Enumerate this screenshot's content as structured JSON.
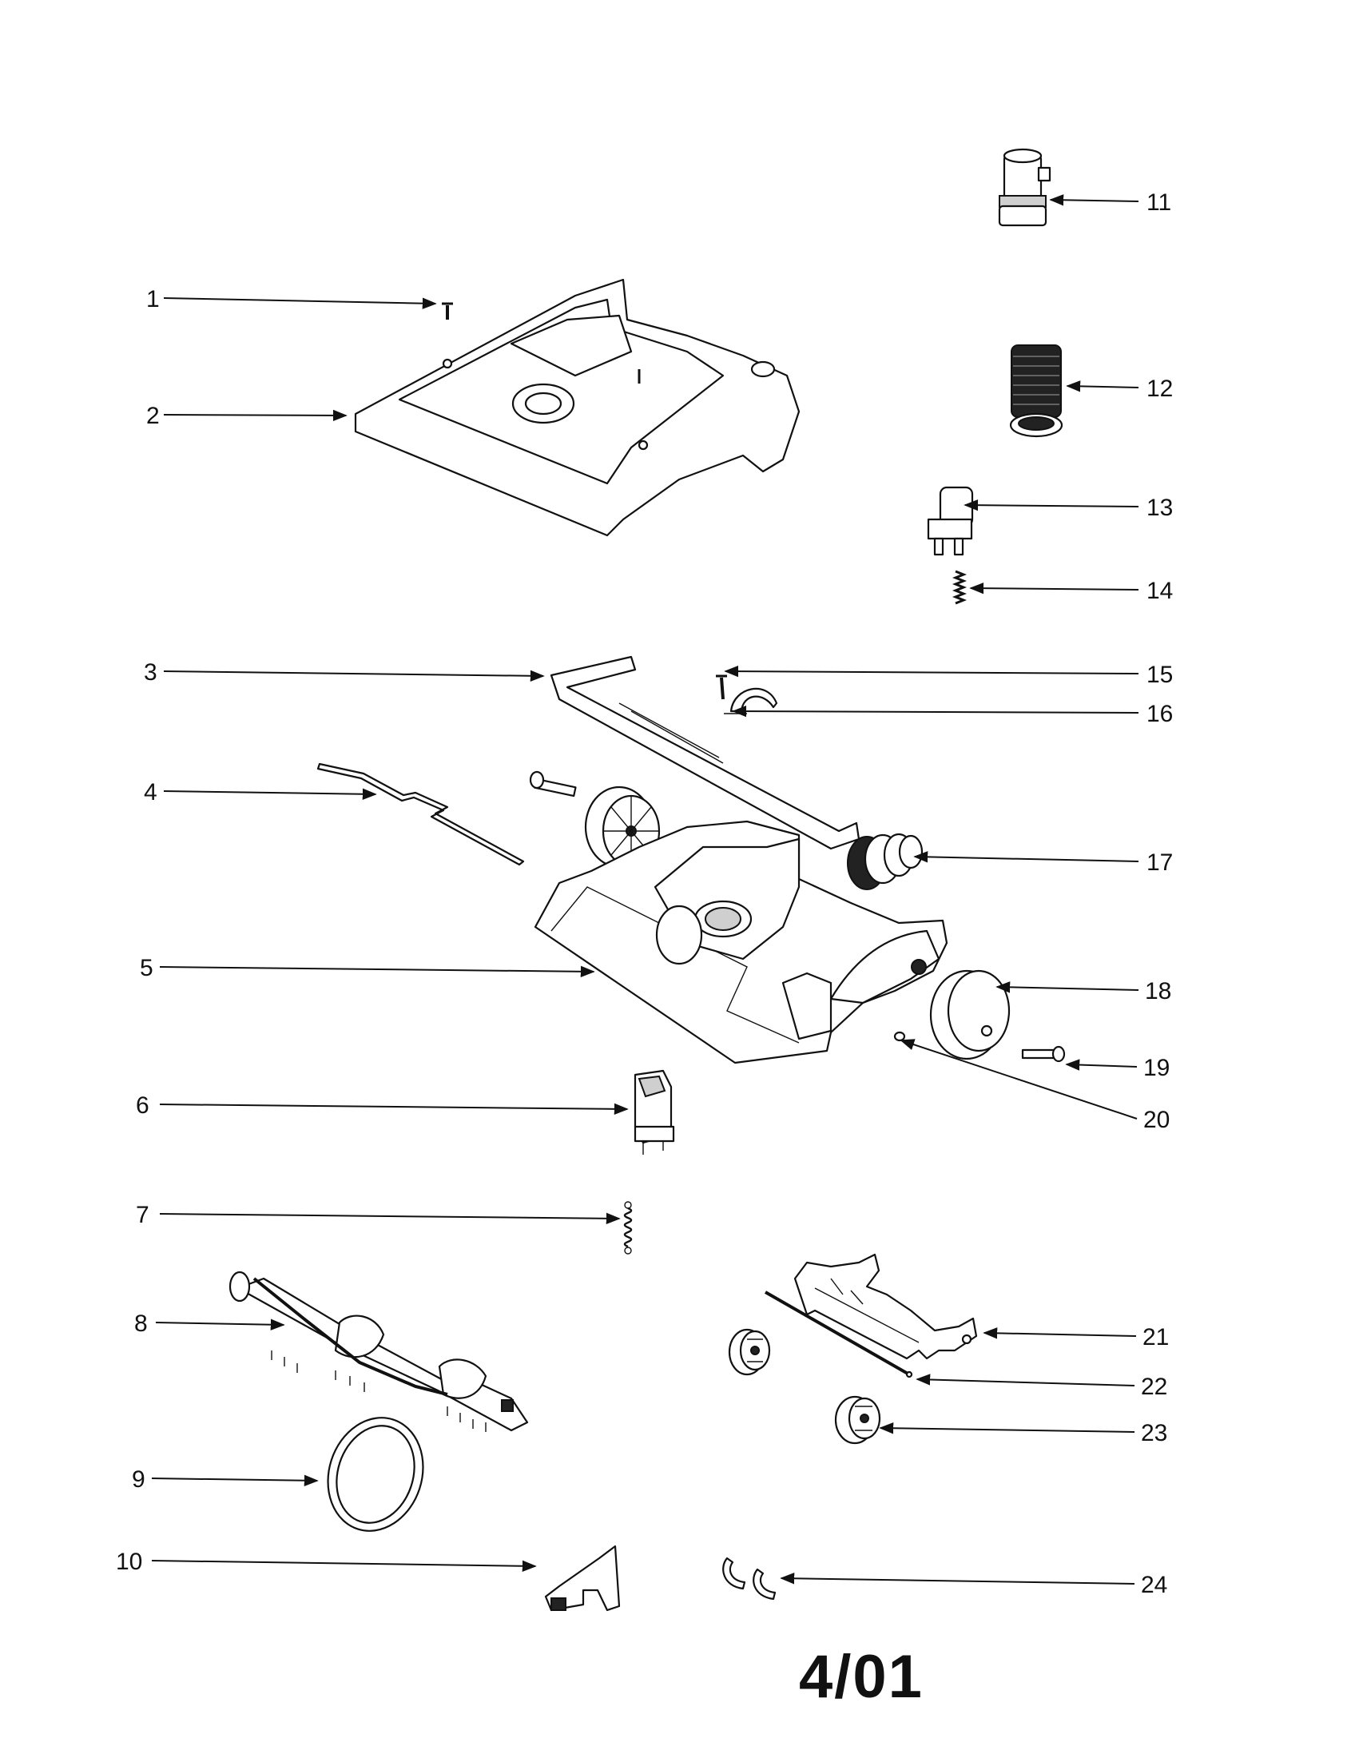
{
  "diagram": {
    "callouts": [
      "1",
      "2",
      "3",
      "4",
      "5",
      "6",
      "7",
      "8",
      "9",
      "10",
      "11",
      "12",
      "13",
      "14",
      "15",
      "16",
      "17",
      "18",
      "19",
      "20",
      "21",
      "22",
      "23",
      "24"
    ],
    "date": "4/01"
  }
}
